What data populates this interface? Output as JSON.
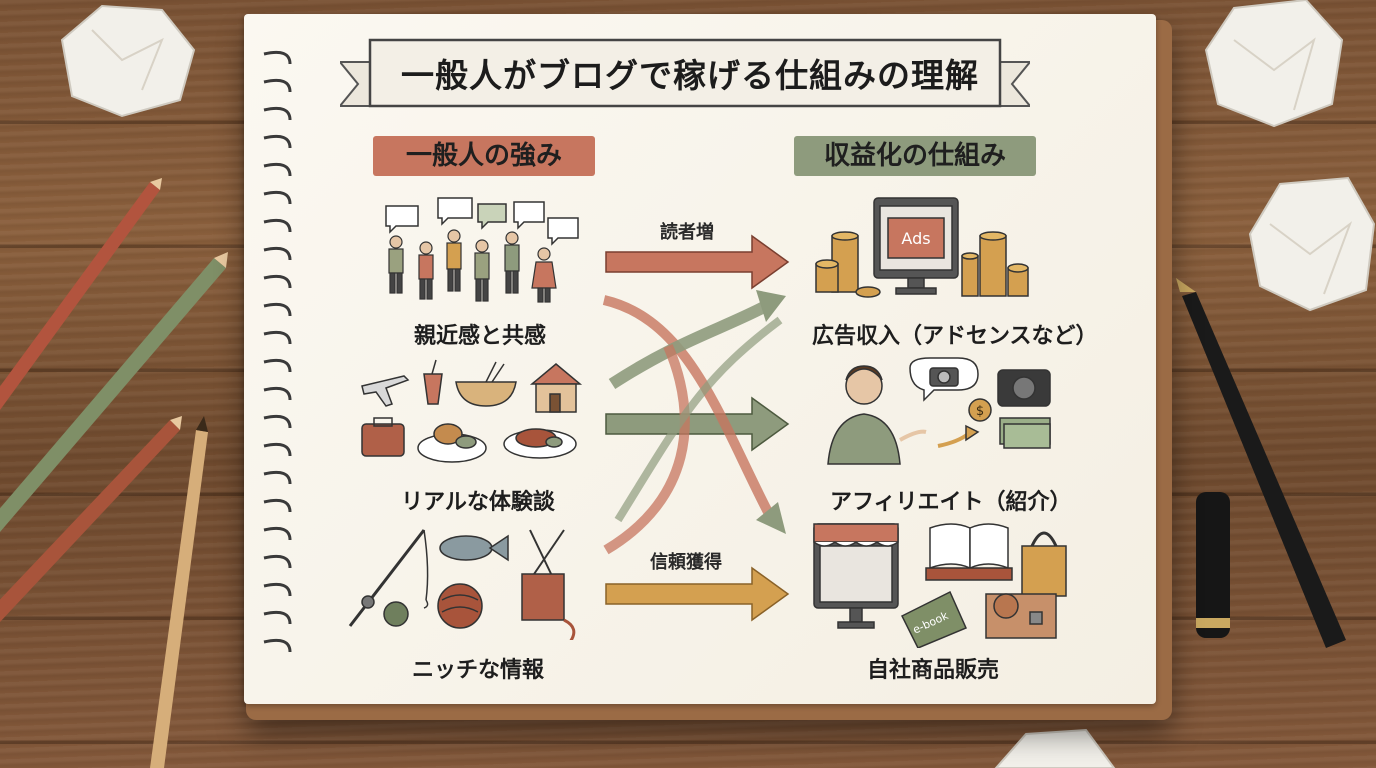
{
  "title": "一般人がブログで稼げる仕組みの理解",
  "left_header": "一般人の強み",
  "right_header": "収益化の仕組み",
  "strengths": [
    {
      "label": "親近感と共感"
    },
    {
      "label": "リアルな体験談"
    },
    {
      "label": "ニッチな情報"
    }
  ],
  "monetization": [
    {
      "label": "広告収入（アドセンスなど）",
      "badge": "Ads"
    },
    {
      "label": "アフィリエイト（紹介）",
      "coin": "$"
    },
    {
      "label": "自社商品販売",
      "book": "e-book"
    }
  ],
  "arrows": {
    "top": "読者増",
    "bottom": "信頼獲得"
  },
  "colors": {
    "accent_red": "#c7765f",
    "accent_green": "#8e9b7d",
    "accent_gold": "#d4a050",
    "ink": "#1e1e1e"
  }
}
